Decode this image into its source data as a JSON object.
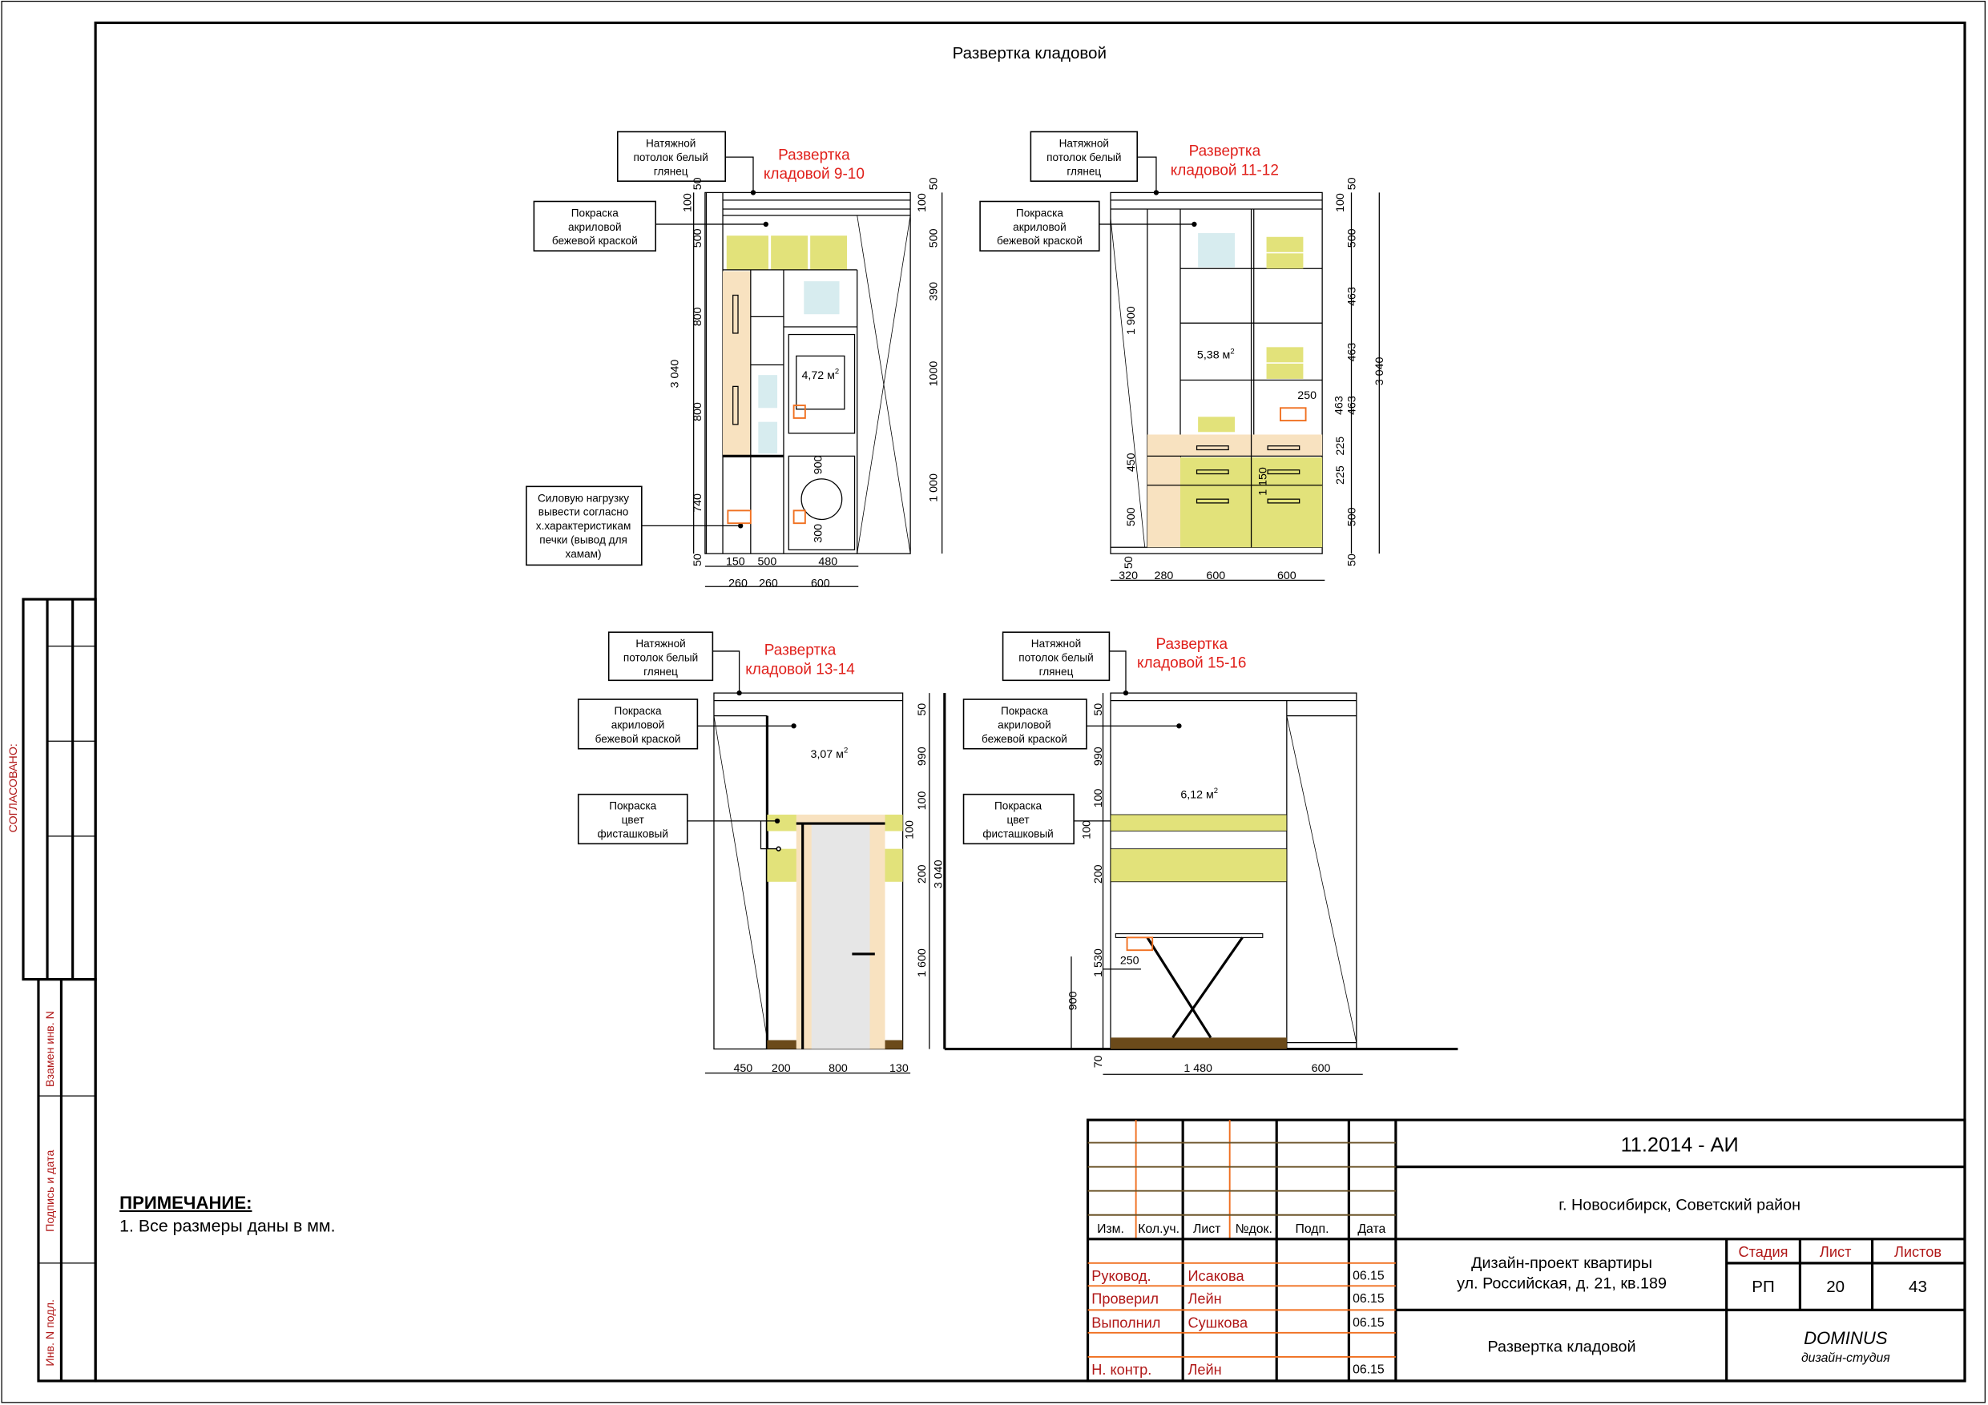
{
  "sheet_title": "Развертка кладовой",
  "labels": {
    "ceiling": [
      "Натяжной",
      "потолок белый",
      "глянец"
    ],
    "paint_beige": [
      "Покраска",
      "акриловой",
      "бежевой краской"
    ],
    "paint_pistachio": [
      "Покраска",
      "цвет",
      "фисташковый"
    ],
    "power": [
      "Силовую нагрузку",
      "вывести согласно",
      "х.характеристикам",
      "печки (вывод для",
      "хамам)"
    ]
  },
  "views": [
    {
      "title": [
        "Развертка",
        "кладовой 9-10"
      ],
      "area": "4,72 м",
      "area_sup": "2",
      "dims": [
        "50",
        "100",
        "500",
        "800",
        "800",
        "740",
        "50",
        "3 040",
        "50",
        "100",
        "500",
        "390",
        "1000",
        "1 000",
        "900",
        "300",
        "150",
        "500",
        "480",
        "260",
        "260",
        "600"
      ]
    },
    {
      "title": [
        "Развертка",
        "кладовой 11-12"
      ],
      "area": "5,38 м",
      "area_sup": "2",
      "dims": [
        "50",
        "100",
        "500",
        "463",
        "463",
        "463",
        "463",
        "225",
        "225",
        "500",
        "50",
        "3 040",
        "1 900",
        "450",
        "500",
        "50",
        "320",
        "280",
        "600",
        "600",
        "1 150",
        "250"
      ]
    },
    {
      "title": [
        "Развертка",
        "кладовой 13-14"
      ],
      "area": "3,07 м",
      "area_sup": "2",
      "dims": [
        "50",
        "990",
        "100",
        "100",
        "200",
        "3 040",
        "1 600",
        "450",
        "200",
        "800",
        "130"
      ]
    },
    {
      "title": [
        "Развертка",
        "кладовой 15-16"
      ],
      "area": "6,12 м",
      "area_sup": "2",
      "dims": [
        "50",
        "990",
        "100",
        "100",
        "200",
        "1 530",
        "900",
        "70",
        "250",
        "1 480",
        "600"
      ]
    }
  ],
  "note": {
    "heading": "ПРИМЕЧАНИЕ:",
    "text": "1. Все размеры даны в мм."
  },
  "side_stamp": {
    "agreed": "СОГЛАСОВАНО:",
    "replace_inv": "Взамен инв. N",
    "sign_date": "Подпись и дата",
    "inv_orig": "Инв. N подл."
  },
  "title_block": {
    "code": "11.2014 - АИ",
    "location": "г. Новосибирск, Советский район",
    "project": [
      "Дизайн-проект квартиры",
      "ул. Российская, д. 21, кв.189"
    ],
    "sheet_name": "Развертка кладовой",
    "headers": [
      "Изм.",
      "Кол.уч.",
      "Лист",
      "№док.",
      "Подп.",
      "Дата"
    ],
    "stage_label": "Стадия",
    "sheet_label": "Лист",
    "sheets_label": "Листов",
    "stage": "РП",
    "sheet": "20",
    "sheets": "43",
    "studio": "DOMINUS",
    "studio_sub": "дизайн-студия",
    "signers": [
      {
        "role": "Руковод.",
        "name": "Исакова",
        "date": "06.15"
      },
      {
        "role": "Проверил",
        "name": "Лейн",
        "date": "06.15"
      },
      {
        "role": "Выполнил",
        "name": "Сушкова",
        "date": "06.15"
      },
      {
        "role": "Н. контр.",
        "name": "Лейн",
        "date": "06.15"
      }
    ]
  }
}
